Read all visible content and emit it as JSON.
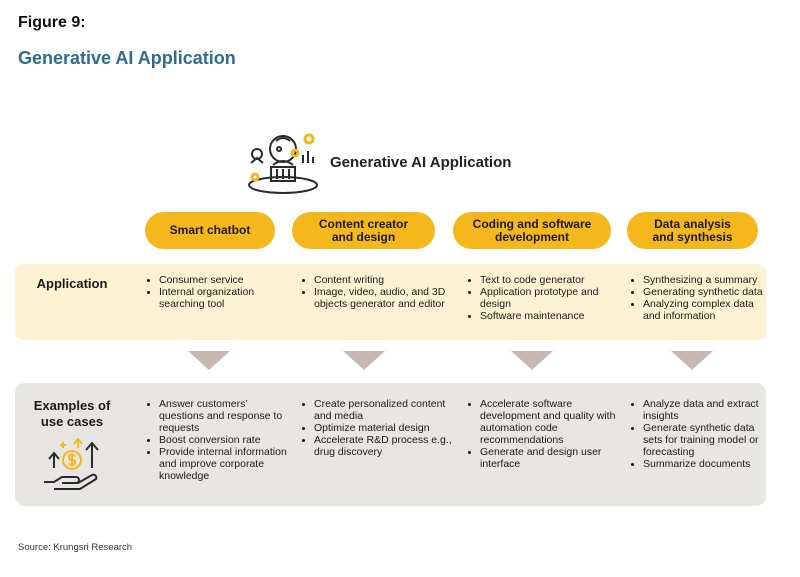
{
  "figure_label": "Figure 9:",
  "figure_title": "Generative AI Application",
  "header": {
    "title": "Generative AI Application",
    "icon": "ai-robot-icon"
  },
  "categories": [
    "Smart chatbot",
    "Content creator\nand design",
    "Coding and software\ndevelopment",
    "Data analysis\nand synthesis"
  ],
  "application": {
    "label": "Application",
    "columns": [
      [
        "Consumer service",
        "Internal organization searching tool"
      ],
      [
        "Content writing",
        "Image, video, audio, and 3D objects generator and editor"
      ],
      [
        "Text to code generator",
        "Application prototype and design",
        "Software maintenance"
      ],
      [
        "Synthesizing a summary",
        "Generating  synthetic data",
        "Analyzing complex data and information"
      ]
    ]
  },
  "examples": {
    "label": "Examples of\nuse cases",
    "icon": "growth-money-hand-icon",
    "columns": [
      [
        "Answer customers’ questions and response to requests",
        "Boost conversion rate",
        "Provide internal information and improve corporate knowledge"
      ],
      [
        "Create personalized content and media",
        "Optimize material design",
        "Accelerate R&D process e.g., drug discovery"
      ],
      [
        "Accelerate software development and quality with automation code recommendations",
        "Generate and design user interface"
      ],
      [
        "Analyze data and extract insights",
        "Generate synthetic data sets for training model or forecasting",
        "Summarize documents"
      ]
    ]
  },
  "source": "Source:  Krungsri Research",
  "colors": {
    "accent": "#f5b81c",
    "title_blue": "#2f6b8f",
    "application_band": "#fdf2d2",
    "examples_band": "#e8e6e2",
    "arrow": "#c7b8b2"
  }
}
